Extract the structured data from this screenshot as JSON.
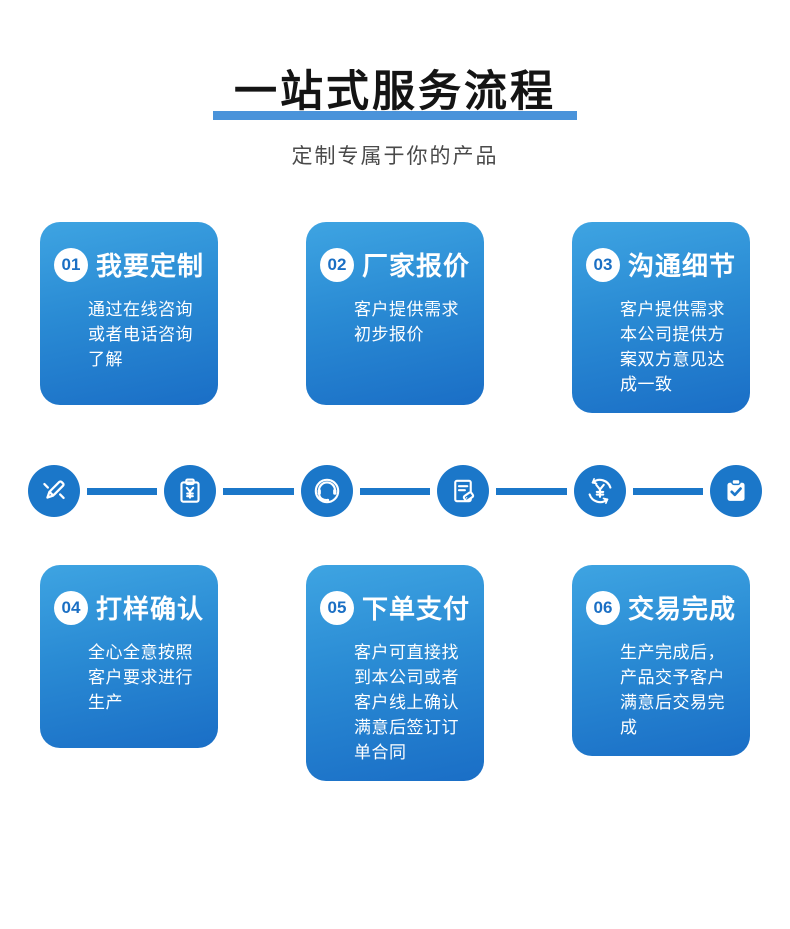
{
  "header": {
    "title": "一站式服务流程",
    "subtitle": "定制专属于你的产品"
  },
  "colors": {
    "accent_bar": "#4a93da",
    "icon_circle_blue": "#1b77c9",
    "card_gradient_top": "#3ea4e2",
    "card_gradient_bottom": "#1a6ec6",
    "badge_text_blue": "#1a6fc4",
    "title_text": "#141414",
    "subtitle_text": "#4a4a4a"
  },
  "steps": [
    {
      "badge": "01",
      "title": "我要定制",
      "desc": "通过在线咨询或者电话咨询了解",
      "icon": "pen-design-icon"
    },
    {
      "badge": "02",
      "title": "厂家报价",
      "desc": "客户提供需求初步报价",
      "icon": "price-list-icon"
    },
    {
      "badge": "03",
      "title": "沟通细节",
      "desc": "客户提供需求本公司提供方案双方意见达成一致",
      "icon": "customer-service-icon"
    },
    {
      "badge": "04",
      "title": "打样确认",
      "desc": "全心全意按照客户要求进行生产",
      "icon": "order-tag-icon"
    },
    {
      "badge": "05",
      "title": "下单支付",
      "desc": "客户可直接找到本公司或者客户线上确认满意后签订订单合同",
      "icon": "payment-icon"
    },
    {
      "badge": "06",
      "title": "交易完成",
      "desc": "生产完成后，产品交予客户满意后交易完成",
      "icon": "completed-icon"
    }
  ]
}
